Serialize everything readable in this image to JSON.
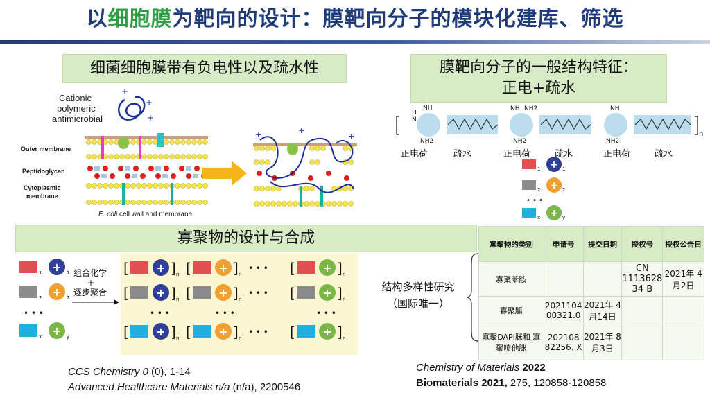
{
  "title": {
    "prefix": "以",
    "highlight": "细胞膜",
    "suffix": "为靶向的设计：膜靶向分子的模块化建库、筛选"
  },
  "left_header": "细菌细胞膜带有负电性以及疏水性",
  "right_header_line1": "膜靶向分子的一般结构特征：",
  "right_header_line2": "正电+疏水",
  "bottom_header": "寡聚物的设计与合成",
  "membrane": {
    "cationic_label": [
      "Cationic",
      "polymeric",
      "antimicrobial"
    ],
    "outer_membrane": "Outer membrane",
    "peptidoglycan": "Peptidoglycan",
    "cytoplasmic": [
      "Cytoplasmic",
      "membrane"
    ],
    "caption_italic": "E. coli",
    "caption_rest": " cell wall and membrane"
  },
  "structure": {
    "labels": [
      "正电荷",
      "疏水",
      "正电荷",
      "疏水",
      "正电荷",
      "疏水"
    ],
    "n": "n",
    "nh": "NH",
    "nh2": "NH2",
    "h": "H",
    "n_atom": "N"
  },
  "legend": {
    "subs": [
      "1",
      "2",
      "x"
    ],
    "cation_subs": [
      "1",
      "2",
      "y"
    ]
  },
  "synthesis": {
    "step1": "组合化学",
    "plus": "+",
    "step2": "逐步聚合",
    "dots": "• • •",
    "brackets_n": "n"
  },
  "study": {
    "line1": "结构多样性研究",
    "line2": "（国际唯一）"
  },
  "patent_table": {
    "headers": [
      "寡聚物的类别",
      "申请号",
      "提交日期",
      "授权号",
      "授权公告日"
    ],
    "rows": [
      [
        "寡聚苯胺",
        "",
        "",
        "CN 1113628 34 B",
        "2021年 4月2日"
      ],
      [
        "寡聚胍",
        "2021104 00321.0",
        "2021年 4月14日",
        "",
        ""
      ],
      [
        "寡聚DAPI脒和 寡聚喷他脒",
        "202108 82256. X",
        "2021年 8月3日",
        "",
        ""
      ]
    ]
  },
  "citations_left": [
    {
      "italic": "CCS Chemistry 0",
      "rest": " (0), 1-14"
    },
    {
      "italic": "Advanced Healthcare Materials n/a",
      "rest": " (n/a), 2200546"
    }
  ],
  "citations_right": [
    {
      "italic": "Chemistry of Materials",
      "bold": " 2022",
      "rest": ""
    },
    {
      "italic": "",
      "bold": "Biomaterials 2021,",
      "rest": " 275, 120858-120858"
    }
  ],
  "colors": {
    "title": "#1f3b7a",
    "highlight": "#2f9e44",
    "green_box": "#d7ebc6",
    "red_block": "#e05050",
    "gray_block": "#8c8c8c",
    "cyan_block": "#1fb0e0",
    "cation_blue": "#2f3f9a",
    "cation_orange": "#f0a030",
    "cation_green": "#7ab648",
    "arrow": "#f4b41a"
  }
}
